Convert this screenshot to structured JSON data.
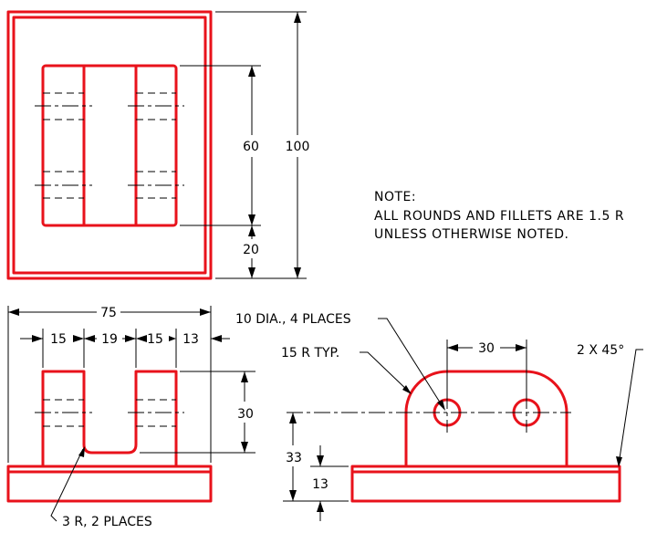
{
  "colors": {
    "object_line": "#e8121b",
    "dimension_line": "#000000",
    "background": "#ffffff"
  },
  "note": {
    "heading": "NOTE:",
    "line1": "ALL ROUNDS AND FILLETS ARE 1.5 R",
    "line2": "UNLESS OTHERWISE NOTED."
  },
  "top_view": {
    "dims": {
      "inner_height": "60",
      "overall_height": "100",
      "offset": "20"
    }
  },
  "front_view": {
    "dims": {
      "overall_width": "75",
      "left_post": "15",
      "slot": "19",
      "right_post": "15",
      "edge": "13",
      "post_height": "30"
    },
    "leader": "3 R, 2 PLACES"
  },
  "side_view": {
    "dims": {
      "hole_spacing": "30",
      "hole_height": "33",
      "base_height": "13"
    },
    "leaders": {
      "holes": "10 DIA., 4 PLACES",
      "radius": "15 R TYP.",
      "chamfer": "2 X 45°"
    }
  }
}
